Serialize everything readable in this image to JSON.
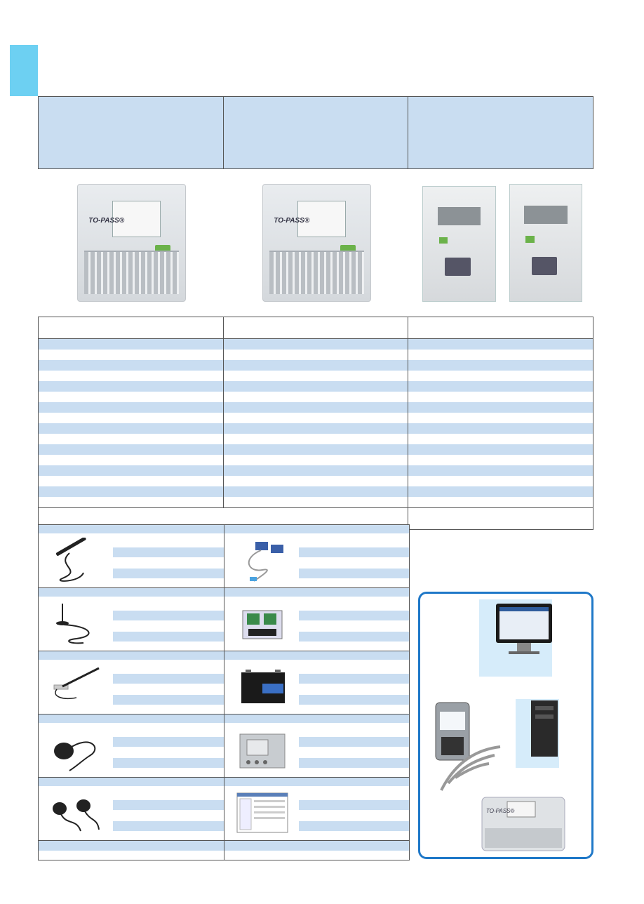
{
  "colors": {
    "accent": "#6dd0f2",
    "row_stripe": "#c9ddf1",
    "frame_blue": "#1f78c8",
    "logo_green": "#6bb24a"
  },
  "products": [
    {
      "brand_label": "TO-PASS®"
    },
    {
      "brand_label": "TO-PASS®"
    }
  ],
  "scene": {
    "device_label": "TO-PASS®"
  },
  "icons": [
    "antenna-icon",
    "serial-cable-icon",
    "magnetic-antenna-icon",
    "power-module-icon",
    "wall-antenna-icon",
    "battery-icon",
    "dome-antenna-icon",
    "enclosure-icon",
    "dual-antenna-icon",
    "software-window-icon",
    "monitor-icon",
    "server-icon",
    "mobile-phone-icon",
    "wireless-signal-icon"
  ]
}
